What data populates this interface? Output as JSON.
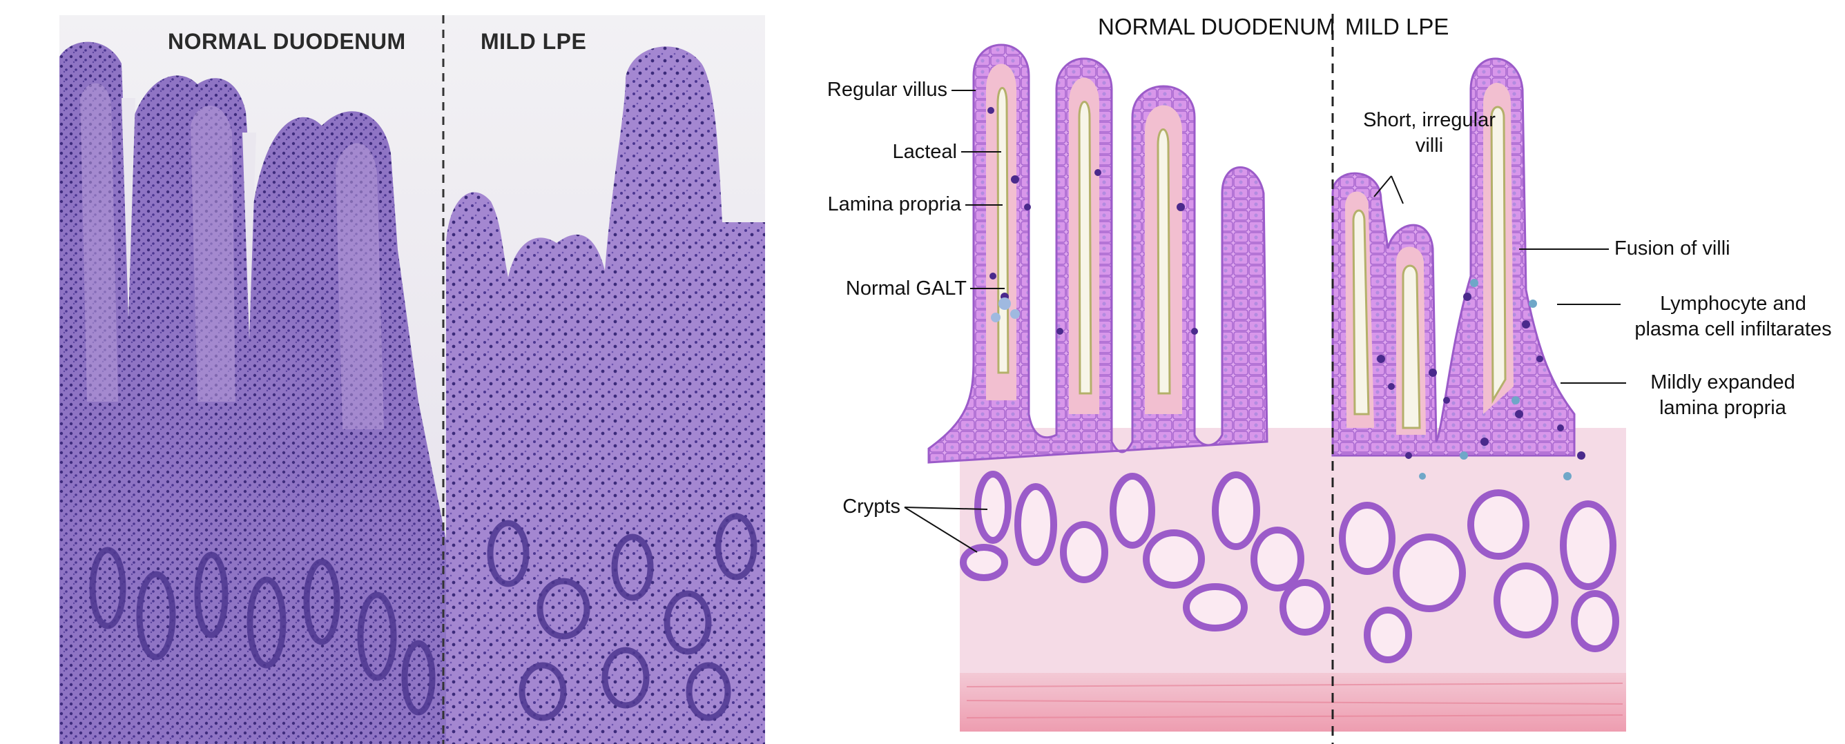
{
  "histology": {
    "header_normal": "NORMAL DUODENUM",
    "header_lpe": "MILD LPE"
  },
  "illustration": {
    "header_normal": "NORMAL DUODENUM",
    "header_lpe": "MILD LPE",
    "labels": {
      "regular_villus": "Regular villus",
      "lacteal": "Lacteal",
      "lamina_propria": "Lamina propria",
      "normal_galt": "Normal GALT",
      "crypts": "Crypts",
      "short_irregular_villi_line1": "Short, irregular",
      "short_irregular_villi_line2": "villi",
      "fusion_of_villi": "Fusion of villi",
      "lymphocyte_line1": "Lymphocyte and",
      "lymphocyte_line2": "plasma cell infiltarates",
      "mildly_expanded_line1": "Mildly expanded",
      "mildly_expanded_line2": "lamina propria"
    }
  },
  "colors": {
    "histology_background": "#e9e6ef",
    "tissue_purple": "#8a6cbf",
    "nuclei_dark": "#3b2a7a",
    "illustration_cells": "#d69ce9",
    "illustration_outline": "#9b5bc9",
    "lamina_pink": "#f0b9c8",
    "submucosa_pink": "#ef9aaa",
    "lacteal_yellow": "#c5c18a"
  }
}
